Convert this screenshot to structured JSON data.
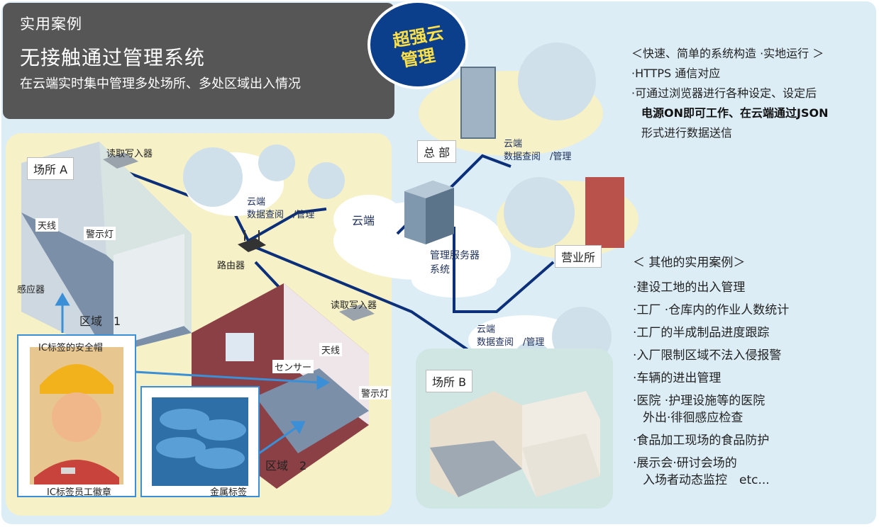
{
  "header": {
    "category": "实用案例",
    "title": "无接触通过管理系统",
    "subtitle": "在云端实时集中管理多处场所、多处区域出入情况"
  },
  "badge": {
    "line1": "超强云",
    "line2": "管理"
  },
  "site_a": {
    "name": "场所 A",
    "reader": "读取写入器",
    "antenna": "天线",
    "warning_light": "警示灯",
    "sensor": "感应器",
    "zone1": "区域　1",
    "router": "路由器",
    "cloud_label1": "云端",
    "cloud_label2": "数据查阅　/管理"
  },
  "zone2": {
    "reader": "读取写入器",
    "antenna": "天线",
    "sensor": "センサー",
    "warning_light": "警示灯",
    "label": "区域　2"
  },
  "tags": {
    "helmet": "IC标签的安全帽",
    "badge": "IC标签员工徽章",
    "metal": "金属标签"
  },
  "cloud": {
    "label": "云端",
    "server1": "管理服务器",
    "server2": "系统"
  },
  "hq": {
    "name": "总 部",
    "cloud_label1": "云端",
    "cloud_label2": "数据查阅　/管理"
  },
  "sales": {
    "name": "营业所"
  },
  "site_b": {
    "name": "场所 B",
    "cloud_label1": "云端",
    "cloud_label2": "数据查阅　/管理"
  },
  "features": {
    "heading": "＜快速、简单的系统构造 ·实地运行 ＞",
    "item1": "·HTTPS 通信对应",
    "item2": "·可通过浏览器进行各种设定、设定后",
    "item3": "电源ON即可工作、在云端通过JSON",
    "item4": "形式进行数据送信"
  },
  "other_cases": {
    "heading": "＜ 其他的实用案例＞",
    "items": [
      "·建设工地的出入管理",
      "·工厂 ·仓库内的作业人数统计",
      "·工厂的半成制品进度跟踪",
      "·入厂限制区域不法入侵报警",
      "·车辆的进出管理",
      "·医院 ·护理设施等的医院",
      "外出·徘徊感应检查",
      "·食品加工现场的食品防护",
      "·展示会·研讨会场的",
      "入场者动态监控　etc..."
    ]
  },
  "colors": {
    "navy": "#0b3f8c",
    "header_gray": "#565656",
    "site_a_bg": "#f6f1c6",
    "site_b_bg": "#cfe6e2",
    "outer_bg": "#dcedf5",
    "badge_text": "#ffe045",
    "line": "#0c2f7a"
  }
}
